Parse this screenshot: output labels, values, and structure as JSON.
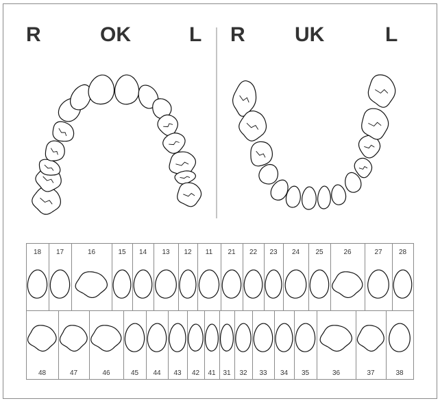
{
  "headings": {
    "upper_right": "R",
    "upper_title": "OK",
    "upper_left": "L",
    "lower_right": "R",
    "lower_title": "UK",
    "lower_left": "L"
  },
  "upper_numbers": [
    "18",
    "17",
    "16",
    "15",
    "14",
    "13",
    "12",
    "11",
    "21",
    "22",
    "23",
    "24",
    "25",
    "26",
    "27",
    "28"
  ],
  "lower_numbers": [
    "48",
    "47",
    "46",
    "45",
    "44",
    "43",
    "42",
    "41",
    "31",
    "32",
    "33",
    "34",
    "35",
    "36",
    "37",
    "38"
  ],
  "colors": {
    "outline": "#111111",
    "frame": "#8a8a8a",
    "text": "#333333",
    "background": "#ffffff"
  }
}
